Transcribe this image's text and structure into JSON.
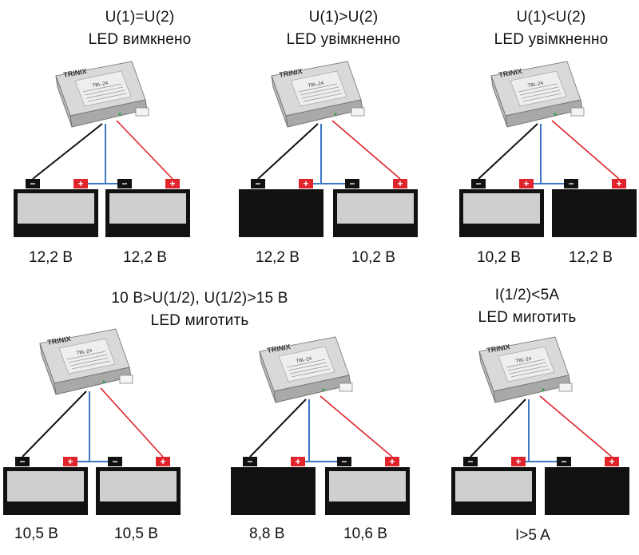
{
  "captions": {
    "c1": [
      "U(1)=U(2)",
      "LED вимкнено"
    ],
    "c2": [
      "U(1)>U(2)",
      "LED увімкненно"
    ],
    "c3": [
      "U(1)<U(2)",
      "LED увімкненно"
    ],
    "c4": [
      "10 В>U(1/2), U(1/2)>15 В",
      "LED миготить"
    ],
    "c5": [
      "I(1/2)<5A",
      "LED миготить"
    ]
  },
  "device": {
    "brand": "TRINIX",
    "model": "TBL-24"
  },
  "battery_symbols": {
    "negative": "−",
    "positive": "+"
  },
  "panels": [
    {
      "voltages": [
        "12,2 В",
        "12,2 В"
      ],
      "fill": [
        "light",
        "light"
      ]
    },
    {
      "voltages": [
        "12,2 В",
        "10,2 В"
      ],
      "fill": [
        "dark",
        "light"
      ]
    },
    {
      "voltages": [
        "10,2 В",
        "12,2 В"
      ],
      "fill": [
        "light",
        "dark"
      ]
    },
    {
      "voltages": [
        "10,5 В",
        "10,5 В"
      ],
      "fill": [
        "light",
        "light"
      ]
    },
    {
      "voltages": [
        "8,8 В",
        "10,6 В"
      ],
      "fill": [
        "dark",
        "light"
      ]
    },
    {
      "voltages": [],
      "fill": [
        "light",
        "dark"
      ],
      "note": "I>5 A"
    }
  ],
  "colors": {
    "battery_dark": "#111111",
    "battery_light": "#cfcfcf",
    "wire_red": "#e0242c",
    "wire_blue": "#3b78c4",
    "wire_black": "#111111",
    "terminal_red": "#e0242c"
  }
}
